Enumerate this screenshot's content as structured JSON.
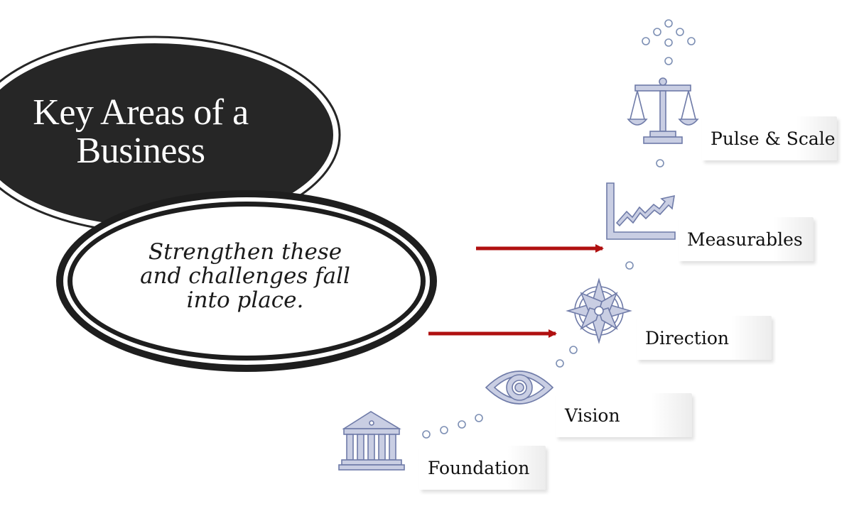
{
  "title": "Key Areas of a Business",
  "title_lines": [
    "Key Areas of a",
    "Business"
  ],
  "tagline_lines": [
    "Strengthen these",
    "and challenges fall",
    "into place."
  ],
  "stages": [
    {
      "label": "Foundation",
      "icon": "bank-building-icon"
    },
    {
      "label": "Vision",
      "icon": "eye-icon"
    },
    {
      "label": "Direction",
      "icon": "compass-rose-icon"
    },
    {
      "label": "Measurables",
      "icon": "rising-chart-icon"
    },
    {
      "label": "Pulse & Scale",
      "icon": "balance-scale-icon"
    }
  ],
  "colors": {
    "title_ellipse": "#262626",
    "icon_fill": "#c9cee3",
    "icon_stroke": "#6f7ba8",
    "arrow": "#b01010",
    "dot": "#7d8fb4"
  }
}
